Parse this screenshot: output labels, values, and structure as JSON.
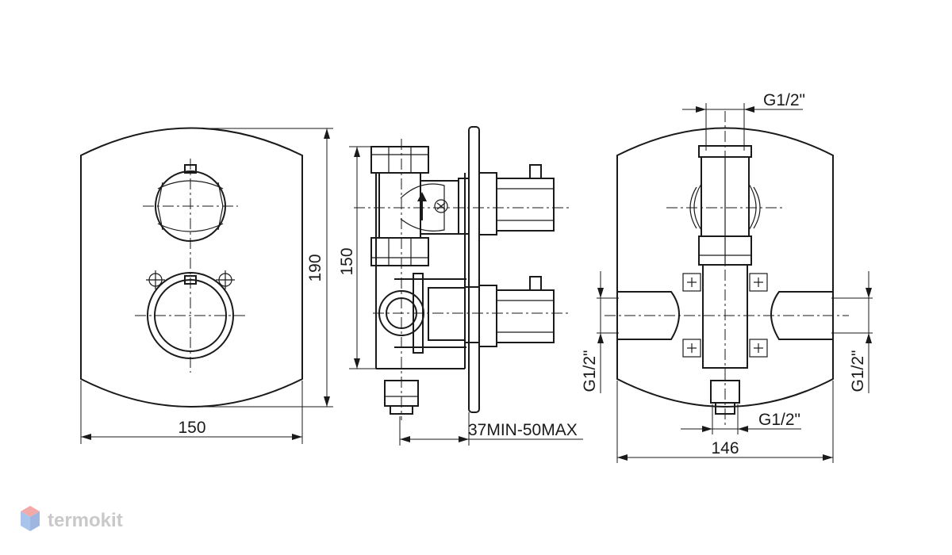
{
  "views": {
    "front": {
      "width_label": "150",
      "height_label": "190"
    },
    "side": {
      "height_label": "150",
      "depth_label": "37MIN-50MAX"
    },
    "rear": {
      "top_thread": "G1/2\"",
      "left_thread": "G1/2\"",
      "right_thread": "G1/2\"",
      "bottom_thread": "G1/2\"",
      "width_label": "146"
    }
  },
  "watermark": {
    "brand": "termokit",
    "colors": {
      "top": "#f2a9a9",
      "left": "#a9c4ec",
      "right": "#9fb7e0",
      "text": "#c9c9c9"
    }
  }
}
